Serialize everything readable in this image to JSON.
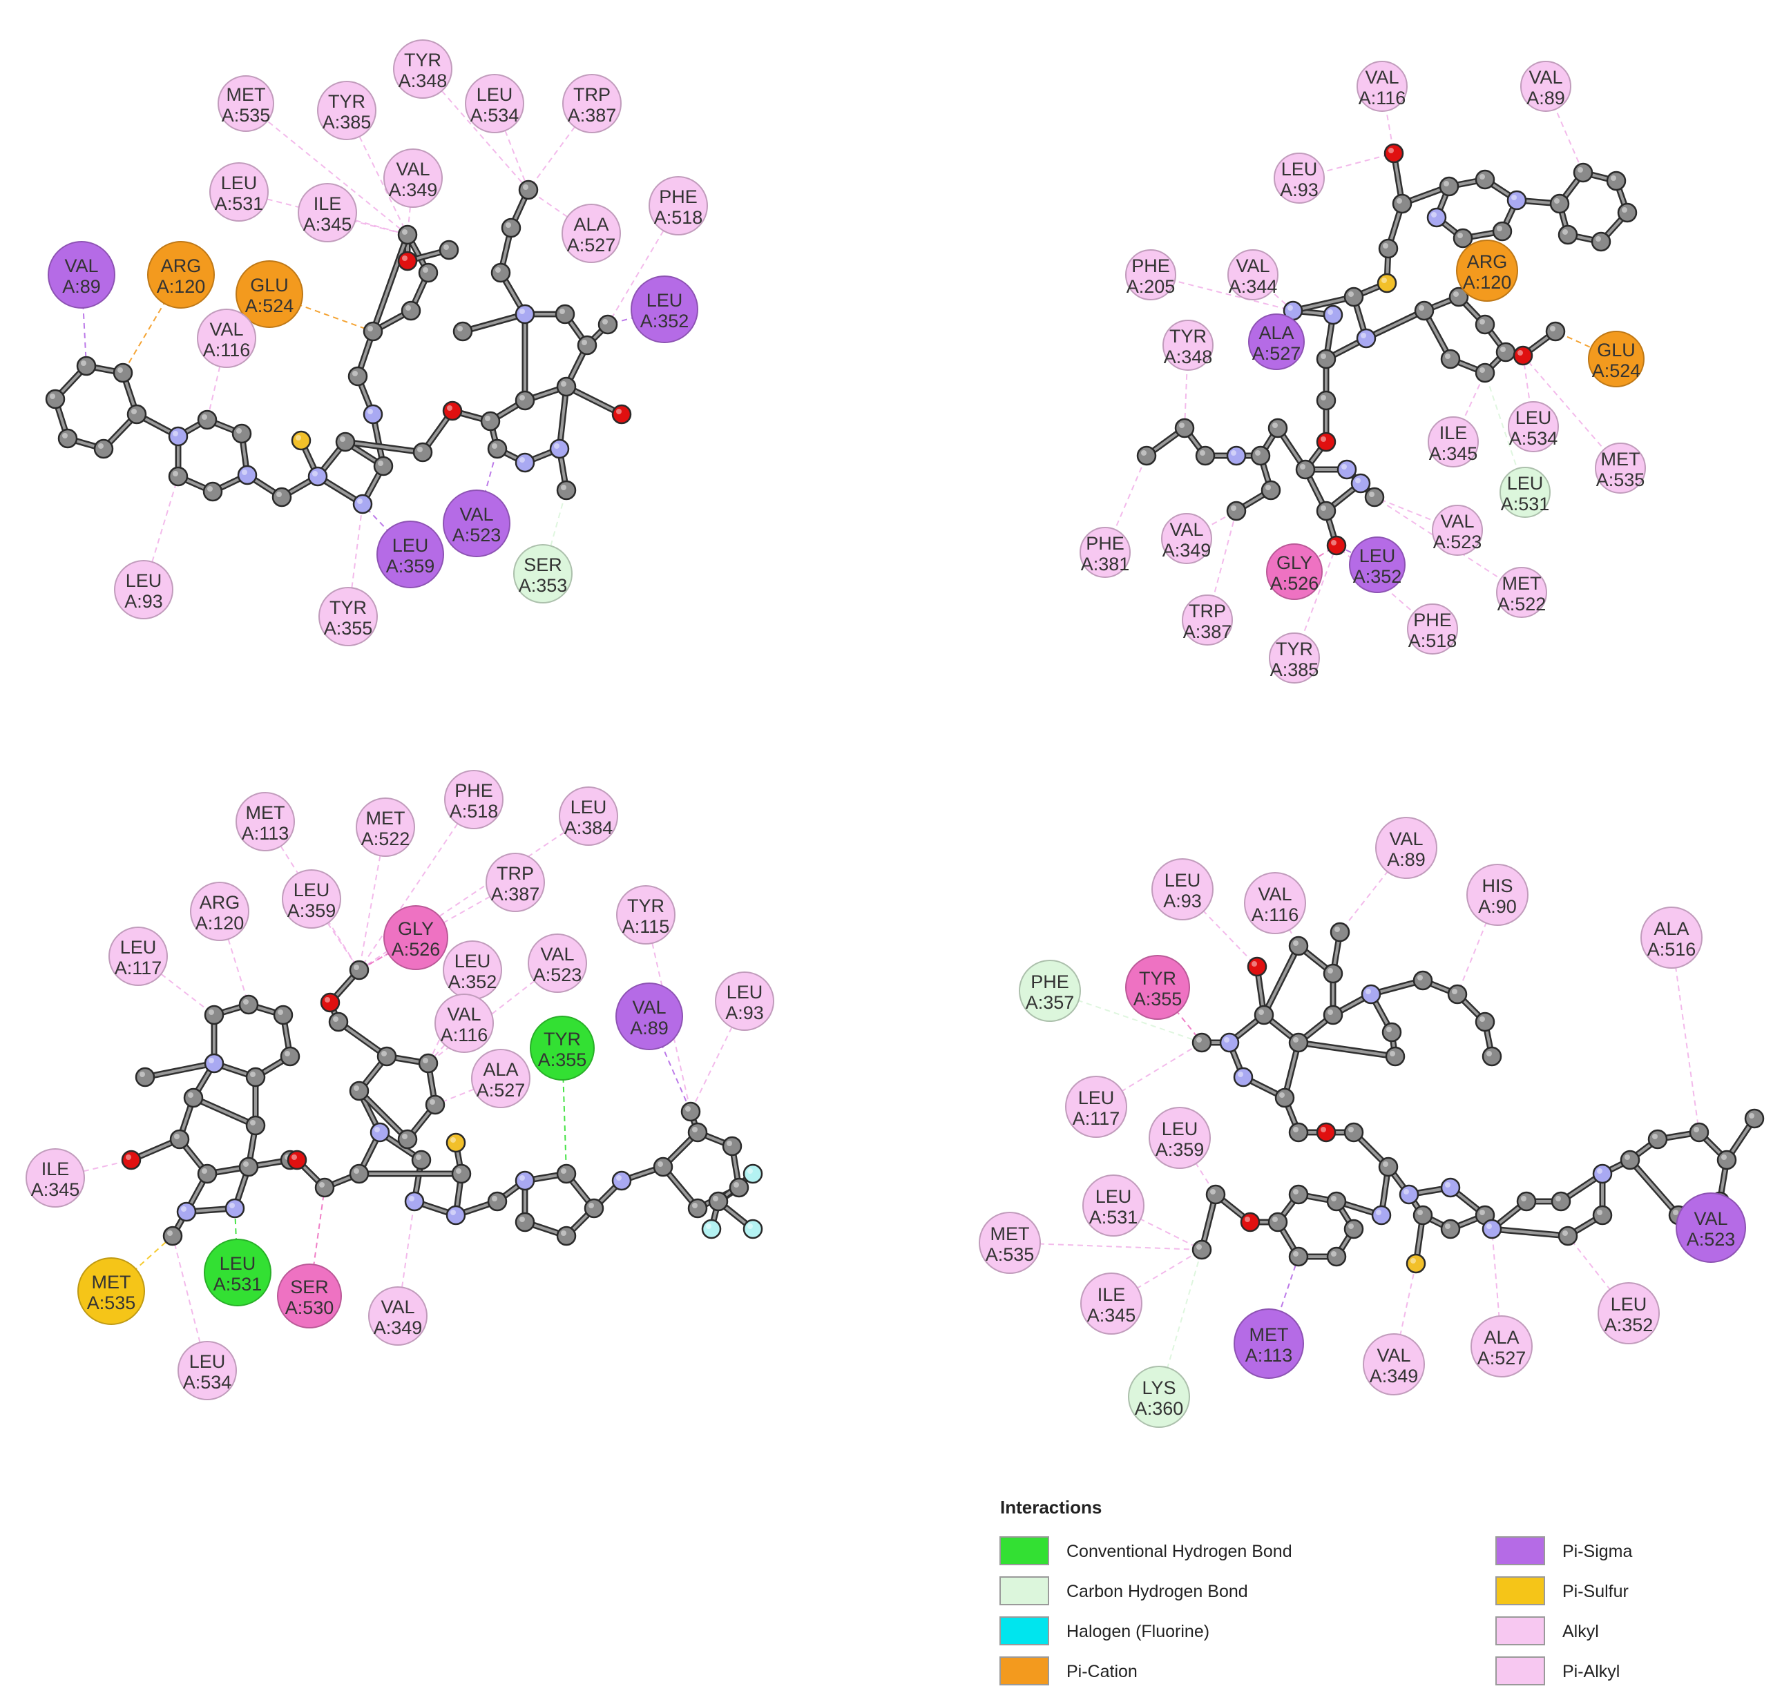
{
  "colors": {
    "conventional_hbond": "#33e033",
    "carbon_hbond": "#dcf6dc",
    "halogen": "#00e5ee",
    "pi_cation": "#f39a1e",
    "pi_sigma": "#b56be6",
    "pi_sulfur": "#f5c518",
    "alkyl": "#f7c8f1",
    "pi_alkyl": "#f7c8f1",
    "pi_pi": "#ee72c2",
    "atom_carbon": "#8a8a8a",
    "atom_nitrogen": "#a9a9f2",
    "atom_oxygen": "#e01010",
    "atom_sulfur": "#f2c02a",
    "atom_fluorine": "#b4f2f2"
  },
  "legend": {
    "title": "Interactions",
    "items": [
      {
        "label": "Conventional Hydrogen Bond",
        "type": "conventional_hbond"
      },
      {
        "label": "Carbon Hydrogen Bond",
        "type": "carbon_hbond"
      },
      {
        "label": "Halogen (Fluorine)",
        "type": "halogen"
      },
      {
        "label": "Pi-Cation",
        "type": "pi_cation"
      },
      {
        "label": "Pi-Sigma",
        "type": "pi_sigma"
      },
      {
        "label": "Pi-Sulfur",
        "type": "pi_sulfur"
      },
      {
        "label": "Alkyl",
        "type": "alkyl"
      },
      {
        "label": "Pi-Alkyl",
        "type": "pi_alkyl"
      }
    ]
  },
  "panels": [
    {
      "residues": [
        {
          "name": "MET",
          "id": "A:535",
          "type": "alkyl"
        },
        {
          "name": "TYR",
          "id": "A:385",
          "type": "alkyl"
        },
        {
          "name": "TYR",
          "id": "A:348",
          "type": "alkyl"
        },
        {
          "name": "LEU",
          "id": "A:534",
          "type": "alkyl"
        },
        {
          "name": "TRP",
          "id": "A:387",
          "type": "alkyl"
        },
        {
          "name": "LEU",
          "id": "A:531",
          "type": "alkyl"
        },
        {
          "name": "ILE",
          "id": "A:345",
          "type": "alkyl"
        },
        {
          "name": "VAL",
          "id": "A:349",
          "type": "alkyl"
        },
        {
          "name": "PHE",
          "id": "A:518",
          "type": "alkyl"
        },
        {
          "name": "ALA",
          "id": "A:527",
          "type": "alkyl"
        },
        {
          "name": "VAL",
          "id": "A:89",
          "type": "pi_sigma"
        },
        {
          "name": "ARG",
          "id": "A:120",
          "type": "pi_cation"
        },
        {
          "name": "GLU",
          "id": "A:524",
          "type": "pi_cation"
        },
        {
          "name": "VAL",
          "id": "A:116",
          "type": "alkyl"
        },
        {
          "name": "LEU",
          "id": "A:352",
          "type": "pi_sigma"
        },
        {
          "name": "LEU",
          "id": "A:359",
          "type": "pi_sigma"
        },
        {
          "name": "VAL",
          "id": "A:523",
          "type": "pi_sigma"
        },
        {
          "name": "SER",
          "id": "A:353",
          "type": "carbon_hbond"
        },
        {
          "name": "LEU",
          "id": "A:93",
          "type": "alkyl"
        },
        {
          "name": "TYR",
          "id": "A:355",
          "type": "alkyl"
        }
      ]
    },
    {
      "residues": [
        {
          "name": "VAL",
          "id": "A:116",
          "type": "alkyl"
        },
        {
          "name": "VAL",
          "id": "A:89",
          "type": "alkyl"
        },
        {
          "name": "LEU",
          "id": "A:93",
          "type": "alkyl"
        },
        {
          "name": "PHE",
          "id": "A:205",
          "type": "alkyl"
        },
        {
          "name": "VAL",
          "id": "A:344",
          "type": "alkyl"
        },
        {
          "name": "ARG",
          "id": "A:120",
          "type": "pi_cation"
        },
        {
          "name": "TYR",
          "id": "A:348",
          "type": "alkyl"
        },
        {
          "name": "ALA",
          "id": "A:527",
          "type": "pi_sigma"
        },
        {
          "name": "GLU",
          "id": "A:524",
          "type": "pi_cation"
        },
        {
          "name": "ILE",
          "id": "A:345",
          "type": "alkyl"
        },
        {
          "name": "LEU",
          "id": "A:534",
          "type": "alkyl"
        },
        {
          "name": "MET",
          "id": "A:535",
          "type": "alkyl"
        },
        {
          "name": "LEU",
          "id": "A:531",
          "type": "carbon_hbond"
        },
        {
          "name": "PHE",
          "id": "A:381",
          "type": "alkyl"
        },
        {
          "name": "VAL",
          "id": "A:349",
          "type": "alkyl"
        },
        {
          "name": "GLY",
          "id": "A:526",
          "type": "pi_pi"
        },
        {
          "name": "LEU",
          "id": "A:352",
          "type": "pi_sigma"
        },
        {
          "name": "VAL",
          "id": "A:523",
          "type": "alkyl"
        },
        {
          "name": "MET",
          "id": "A:522",
          "type": "alkyl"
        },
        {
          "name": "TRP",
          "id": "A:387",
          "type": "alkyl"
        },
        {
          "name": "TYR",
          "id": "A:385",
          "type": "alkyl"
        },
        {
          "name": "PHE",
          "id": "A:518",
          "type": "alkyl"
        }
      ]
    },
    {
      "residues": [
        {
          "name": "MET",
          "id": "A:113",
          "type": "alkyl"
        },
        {
          "name": "MET",
          "id": "A:522",
          "type": "alkyl"
        },
        {
          "name": "PHE",
          "id": "A:518",
          "type": "alkyl"
        },
        {
          "name": "LEU",
          "id": "A:384",
          "type": "alkyl"
        },
        {
          "name": "ARG",
          "id": "A:120",
          "type": "alkyl"
        },
        {
          "name": "LEU",
          "id": "A:359",
          "type": "alkyl"
        },
        {
          "name": "TRP",
          "id": "A:387",
          "type": "alkyl"
        },
        {
          "name": "TYR",
          "id": "A:115",
          "type": "alkyl"
        },
        {
          "name": "LEU",
          "id": "A:117",
          "type": "alkyl"
        },
        {
          "name": "GLY",
          "id": "A:526",
          "type": "pi_pi"
        },
        {
          "name": "LEU",
          "id": "A:352",
          "type": "alkyl"
        },
        {
          "name": "VAL",
          "id": "A:523",
          "type": "alkyl"
        },
        {
          "name": "VAL",
          "id": "A:116",
          "type": "alkyl"
        },
        {
          "name": "LEU",
          "id": "A:93",
          "type": "alkyl"
        },
        {
          "name": "VAL",
          "id": "A:89",
          "type": "pi_sigma"
        },
        {
          "name": "TYR",
          "id": "A:355",
          "type": "conventional_hbond"
        },
        {
          "name": "ALA",
          "id": "A:527",
          "type": "alkyl"
        },
        {
          "name": "ILE",
          "id": "A:345",
          "type": "alkyl"
        },
        {
          "name": "MET",
          "id": "A:535",
          "type": "pi_sulfur"
        },
        {
          "name": "LEU",
          "id": "A:531",
          "type": "conventional_hbond"
        },
        {
          "name": "SER",
          "id": "A:530",
          "type": "pi_pi"
        },
        {
          "name": "VAL",
          "id": "A:349",
          "type": "alkyl"
        },
        {
          "name": "LEU",
          "id": "A:534",
          "type": "alkyl"
        }
      ]
    },
    {
      "residues": [
        {
          "name": "VAL",
          "id": "A:89",
          "type": "alkyl"
        },
        {
          "name": "LEU",
          "id": "A:93",
          "type": "alkyl"
        },
        {
          "name": "VAL",
          "id": "A:116",
          "type": "alkyl"
        },
        {
          "name": "HIS",
          "id": "A:90",
          "type": "alkyl"
        },
        {
          "name": "ALA",
          "id": "A:516",
          "type": "alkyl"
        },
        {
          "name": "PHE",
          "id": "A:357",
          "type": "carbon_hbond"
        },
        {
          "name": "TYR",
          "id": "A:355",
          "type": "pi_pi"
        },
        {
          "name": "LEU",
          "id": "A:117",
          "type": "alkyl"
        },
        {
          "name": "LEU",
          "id": "A:359",
          "type": "alkyl"
        },
        {
          "name": "LEU",
          "id": "A:531",
          "type": "alkyl"
        },
        {
          "name": "MET",
          "id": "A:535",
          "type": "alkyl"
        },
        {
          "name": "VAL",
          "id": "A:523",
          "type": "pi_sigma"
        },
        {
          "name": "ILE",
          "id": "A:345",
          "type": "alkyl"
        },
        {
          "name": "LEU",
          "id": "A:352",
          "type": "alkyl"
        },
        {
          "name": "MET",
          "id": "A:113",
          "type": "pi_sigma"
        },
        {
          "name": "VAL",
          "id": "A:349",
          "type": "alkyl"
        },
        {
          "name": "ALA",
          "id": "A:527",
          "type": "alkyl"
        },
        {
          "name": "LYS",
          "id": "A:360",
          "type": "carbon_hbond"
        }
      ]
    }
  ]
}
